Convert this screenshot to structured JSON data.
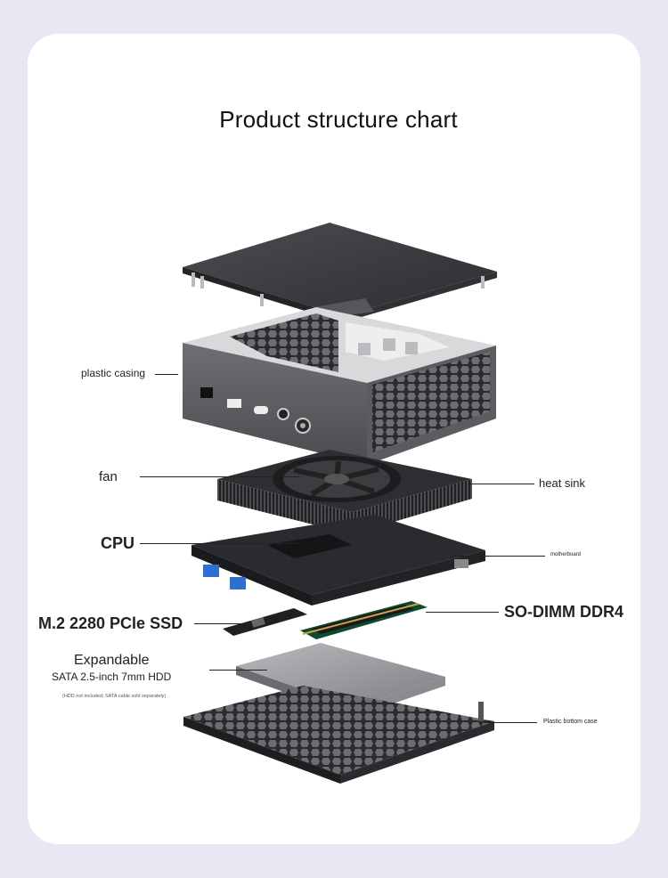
{
  "title": "Product structure chart",
  "labels": {
    "plastic_casing": "plastic casing",
    "fan": "fan",
    "heat_sink": "heat sink",
    "cpu": "CPU",
    "motherboard": "motherboard",
    "ssd": "M.2 2280 PCle SSD",
    "ram": "SO-DIMM DDR4",
    "hdd_title": "Expandable",
    "hdd_spec": "SATA 2.5-inch 7mm HDD",
    "hdd_note": "(HDD not included; SATA cable sold separately)",
    "bottom_case": "Plastic bottom case"
  },
  "colors": {
    "background": "#e9e7f3",
    "card": "#ffffff",
    "metal_dark": "#3a3b3e",
    "metal_mid": "#5d5f63",
    "port_blue": "#2f6fd0"
  }
}
